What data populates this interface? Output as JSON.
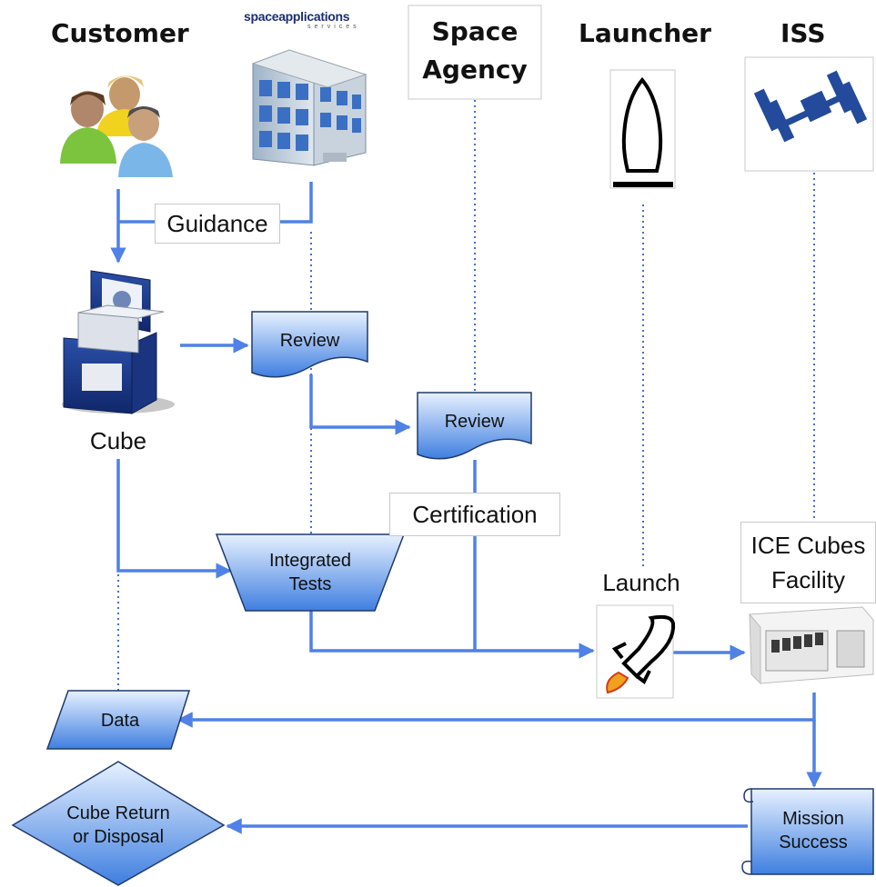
{
  "columns": {
    "customer": "Customer",
    "space_agency": [
      "Space",
      "Agency"
    ],
    "launcher": "Launcher",
    "iss": "ISS"
  },
  "logos": {
    "space_applications": "spaceapplications",
    "space_applications_sub": "services"
  },
  "labels": {
    "guidance": "Guidance",
    "cube": "Cube",
    "certification": "Certification",
    "launch": "Launch",
    "ice_cubes_facility": [
      "ICE Cubes",
      "Facility"
    ]
  },
  "nodes": {
    "review_1": "Review",
    "review_2": "Review",
    "integrated_tests": [
      "Integrated",
      "Tests"
    ],
    "data": "Data",
    "cube_return": [
      "Cube Return",
      "or Disposal"
    ],
    "mission_success": [
      "Mission",
      "Success"
    ]
  },
  "colors": {
    "flow_arrow": "#4f81e6",
    "node_fill_top": "#e2efff",
    "node_fill_bottom": "#3f7fe0",
    "node_stroke": "#1f3a6b",
    "dotted_line": "#4a6cd4"
  }
}
